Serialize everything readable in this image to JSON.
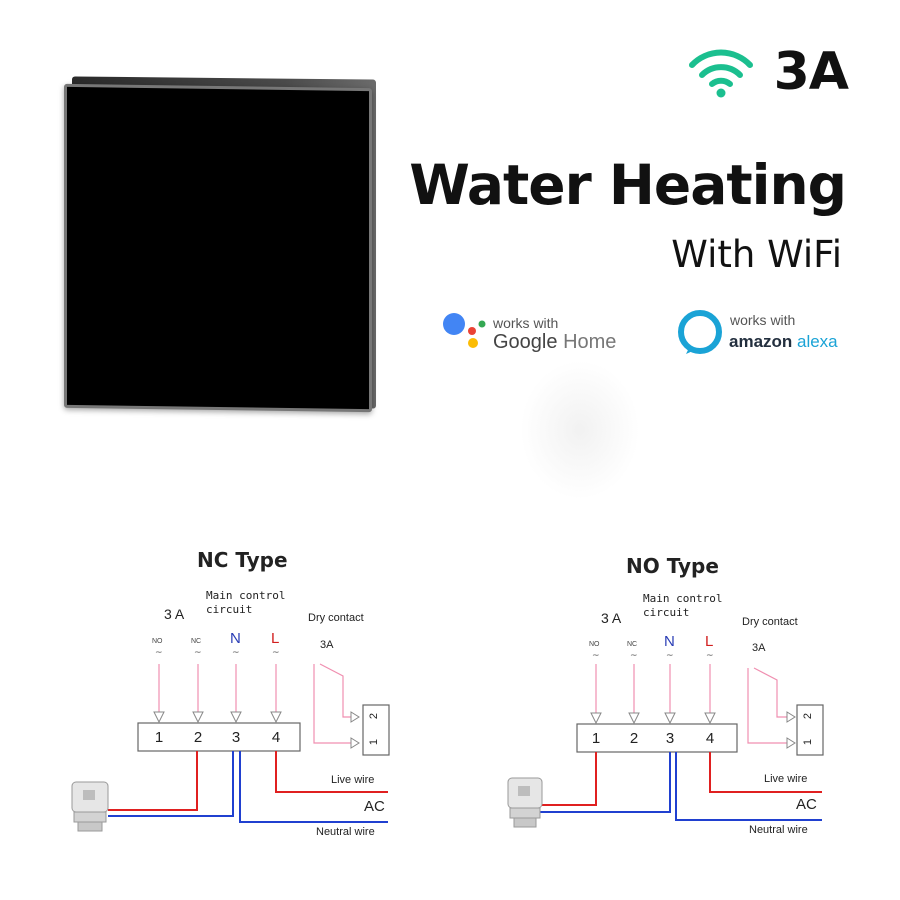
{
  "product": {
    "amperage": "3A",
    "title": "Water Heating",
    "subtitle": "With WiFi",
    "icon": "wifi-icon",
    "accent_color": "#1bbf8f",
    "panel_color": "#000000"
  },
  "badges": {
    "google": {
      "works_with": "works with",
      "brand_main": "Google",
      "brand_sub": "Home",
      "dot_colors": [
        "#4285f4",
        "#ea4335",
        "#fbbc05",
        "#34a853"
      ]
    },
    "alexa": {
      "works_with": "works with",
      "brand_main": "amazon",
      "brand_sub": "alexa",
      "ring_color": "#1aa3d6"
    }
  },
  "diagrams": [
    {
      "title": "NC Type",
      "amperage": "3 A",
      "main_control": "Main control\ncircuit",
      "dry_contact": "Dry contact",
      "dry_amperage": "3A",
      "terminal_tags": [
        "NO",
        "NC"
      ],
      "terminal_neutral": "N",
      "terminal_live": "L",
      "terminal_numbers": [
        "1",
        "2",
        "3",
        "4"
      ],
      "relay_numbers": [
        "1",
        "2"
      ],
      "live_wire": "Live wire",
      "ac": "AC",
      "neutral_wire": "Neutral wire"
    },
    {
      "title": "NO Type",
      "amperage": "3 A",
      "main_control": "Main control\ncircuit",
      "dry_contact": "Dry contact",
      "dry_amperage": "3A",
      "terminal_tags": [
        "NO",
        "NC"
      ],
      "terminal_neutral": "N",
      "terminal_live": "L",
      "terminal_numbers": [
        "1",
        "2",
        "3",
        "4"
      ],
      "relay_numbers": [
        "1",
        "2"
      ],
      "live_wire": "Live wire",
      "ac": "AC",
      "neutral_wire": "Neutral wire"
    }
  ],
  "wire_colors": {
    "live": "#e02020",
    "neutral": "#2040d0",
    "signal": "#f08fb0"
  }
}
